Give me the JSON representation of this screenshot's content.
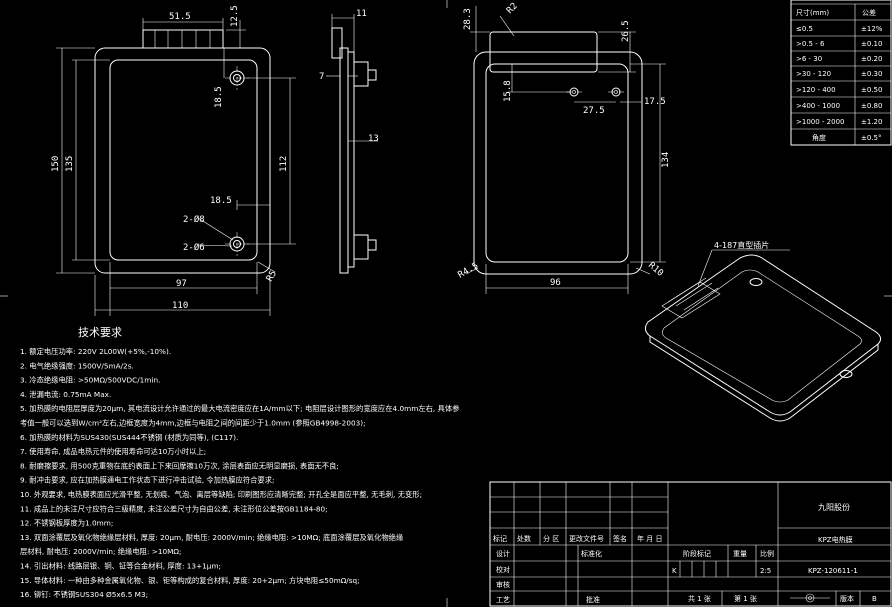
{
  "dims": {
    "front_top_width": "51.5",
    "front_top_height": "12.5",
    "front_hole_v": "18.5",
    "front_total_h": "150",
    "front_inner_h": "135",
    "front_right_h": "112",
    "front_hole_h": "18.5",
    "front_hole_big": "2-Ø8",
    "front_hole_small": "2-Ø6",
    "front_radius": "R5",
    "front_inner_w": "97",
    "front_outer_w": "110",
    "side_top": "11",
    "side_left": "7",
    "side_right": "13",
    "back_top": "28.3",
    "back_radius": "R2",
    "back_tab": "26.5",
    "back_slot_v": "15.8",
    "back_slot_w": "27.5",
    "back_slot_r": "17.5",
    "back_h": "134",
    "back_w": "96",
    "back_r_left": "R4.5",
    "back_r_right": "R10",
    "iso_callout": "4-187直型插片"
  },
  "tolerance": {
    "headers": [
      "尺寸(mm)",
      "公差"
    ],
    "rows": [
      [
        "≤0.5",
        "±12%"
      ],
      [
        ">0.5 - 6",
        "±0.10"
      ],
      [
        ">6 - 30",
        "±0.20"
      ],
      [
        ">30 - 120",
        "±0.30"
      ],
      [
        ">120 - 400",
        "±0.50"
      ],
      [
        ">400 - 1000",
        "±0.80"
      ],
      [
        ">1000 - 2000",
        "±1.20"
      ],
      [
        "角度",
        "±0.5°"
      ]
    ]
  },
  "notes": {
    "title": "技术要求",
    "items": [
      "1. 额定电压功率: 220V 2L00W(+5%,-10%).",
      "2. 电气绝缘强度: 1500V/5mA/2s.",
      "3. 冷态绝缘电阻: >50MΩ/500VDC/1min.",
      "4. 泄漏电流: 0.75mA Max.",
      "5. 加热膜的电阻层厚度为20μm, 其电流设计允许通过的最大电流密度应在1A/mm以下; 电阻层设计图形的宽度应在4.0mm左右, 具体参",
      "考值一般可以选到W/cm²左右,边框宽度为4mm,边框与电阻之间的间距少于1.0mm (参照GB4998-2003);",
      "6. 加热膜的材料为SUS430(SUS444不锈钢 (材质为同等), (C117).",
      "7. 使用寿命, 成品电热元件的使用寿命可达10万小时以上;",
      "8. 耐磨擦要求, 用500克重物在底约表面上下来回摩擦10万次, 涂层表面应无明显磨损, 表面无不良;",
      "9. 耐冲击要求, 应在加热膜通电工作状态下进行冲击试验, 令加热膜应符合要求;",
      "10. 外观要求, 电热膜表面应光滑平整, 无划痕、气泡、离层等缺陷; 印刷图形应清晰完整; 开孔全是面应平整, 无毛刺, 无变形;",
      "11. 成品上的未注尺寸应符合三级精度, 未注公差尺寸为自由公差, 未注形位公差按GB1184-80;",
      "12. 不锈钢板厚度为1.0mm;",
      "13. 双面涂覆层及氧化物绝缘层材料, 厚度: 20μm, 耐电压: 2000V/min; 绝缘电阻: >10MΩ; 底面涂覆层及氧化物绝缘",
      "层材料, 耐电压: 2000V/min; 绝缘电阻: >10MΩ;",
      "14. 引出材料: 线路层银、铜、钲等合金材料, 厚度: 13+1μm;",
      "15. 导体材料: 一种由多种金属氧化物、银、钜等构成的复合材料, 厚度: 20+2μm; 方块电阻≤50mΩ/sq;",
      "16. 铆钉: 不锈钢SUS304  Ø5x6.5  M3;"
    ]
  },
  "title_block": {
    "company": "九阳股份",
    "part_name": "KPZ电热膜",
    "drawing_no": "KPZ-120611-1",
    "scale": "2:5",
    "col_headers": [
      "标记",
      "处数",
      "分 区",
      "更改文件号",
      "签名",
      "年 月 日"
    ],
    "row_labels": [
      "设计",
      "校对",
      "审核",
      "工艺"
    ],
    "standardize": "标准化",
    "approve": "批准",
    "stage_mark": "阶段标记",
    "weight": "重量",
    "ratio": "比例",
    "stage_value": "K",
    "total_sheets": "共 1 张",
    "sheet_no": "第 1 张",
    "version": "版本",
    "version_value": "B"
  }
}
